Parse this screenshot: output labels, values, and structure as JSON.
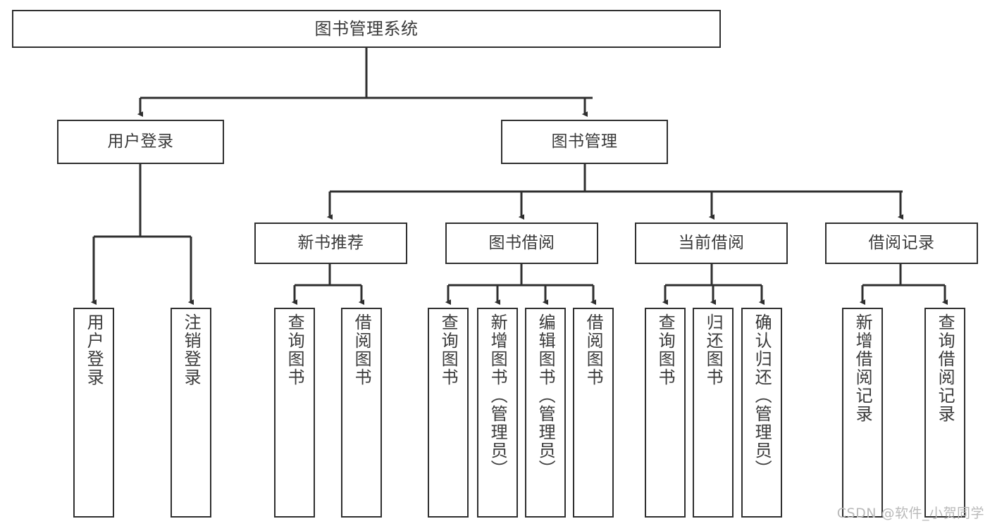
{
  "diagram": {
    "title": "图书管理系统",
    "type": "tree",
    "watermark": "CSDN @软件_小贺同学",
    "colors": {
      "background": "#ffffff",
      "box_border": "#2f2f2f",
      "box_fill": "#ffffff",
      "text": "#3a3a3a",
      "edge": "#2f2f2f",
      "watermark": "#b9b9b9"
    },
    "root": {
      "label": "图书管理系统"
    },
    "level2": [
      {
        "id": "user-login",
        "label": "用户登录"
      },
      {
        "id": "book-management",
        "label": "图书管理"
      }
    ],
    "level3": [
      {
        "id": "new-book-recommend",
        "label": "新书推荐",
        "parent": "book-management"
      },
      {
        "id": "book-borrow",
        "label": "图书借阅",
        "parent": "book-management"
      },
      {
        "id": "current-borrow",
        "label": "当前借阅",
        "parent": "book-management"
      },
      {
        "id": "borrow-record",
        "label": "借阅记录",
        "parent": "book-management"
      }
    ],
    "leaves": {
      "user-login": [
        {
          "id": "leaf-user-login",
          "label": "用户登录"
        },
        {
          "id": "leaf-logout-login",
          "label": "注销登录"
        }
      ],
      "new-book-recommend": [
        {
          "id": "leaf-query-book-1",
          "label": "查询图书"
        },
        {
          "id": "leaf-borrow-book-1",
          "label": "借阅图书"
        }
      ],
      "book-borrow": [
        {
          "id": "leaf-query-book-2",
          "label": "查询图书"
        },
        {
          "id": "leaf-add-book",
          "label": "新增图书（管理员）"
        },
        {
          "id": "leaf-edit-book",
          "label": "编辑图书（管理员）"
        },
        {
          "id": "leaf-borrow-book-2",
          "label": "借阅图书"
        }
      ],
      "current-borrow": [
        {
          "id": "leaf-query-book-3",
          "label": "查询图书"
        },
        {
          "id": "leaf-return-book",
          "label": "归还图书"
        },
        {
          "id": "leaf-confirm-return",
          "label": "确认归还（管理员）"
        }
      ],
      "borrow-record": [
        {
          "id": "leaf-add-record",
          "label": "新增借阅记录"
        },
        {
          "id": "leaf-query-record",
          "label": "查询借阅记录"
        }
      ]
    }
  }
}
